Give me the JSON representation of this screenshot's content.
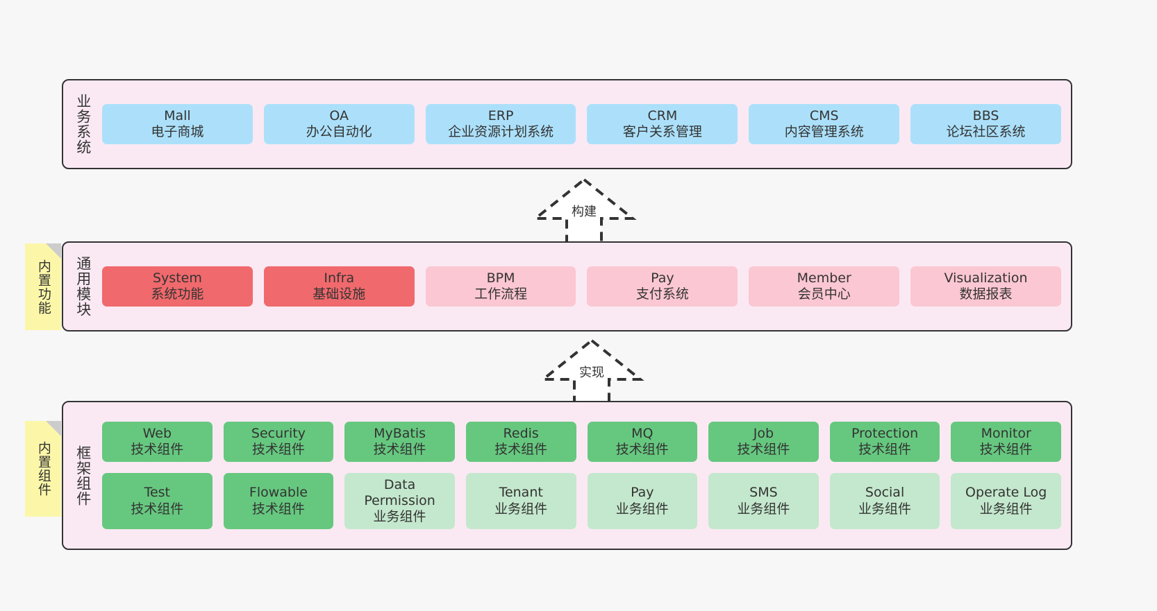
{
  "diagram": {
    "background_color": "#f7f7f7",
    "layer_bg_color": "#fae9f3",
    "layer_border_color": "#333333",
    "sticky_color": "#fcf7a8",
    "palette": {
      "blue": "#ace0fa",
      "red": "#f0696c",
      "pink": "#fbc7d2",
      "green": "#66c87f",
      "green_light": "#c4e8cd"
    }
  },
  "layers": [
    {
      "id": "business",
      "title": "业务系统",
      "rows": [
        {
          "cells": [
            {
              "en": "Mall",
              "cn": "电子商城",
              "color": "blue"
            },
            {
              "en": "OA",
              "cn": "办公自动化",
              "color": "blue"
            },
            {
              "en": "ERP",
              "cn": "企业资源计划系统",
              "color": "blue"
            },
            {
              "en": "CRM",
              "cn": "客户关系管理",
              "color": "blue"
            },
            {
              "en": "CMS",
              "cn": "内容管理系统",
              "color": "blue"
            },
            {
              "en": "BBS",
              "cn": "论坛社区系统",
              "color": "blue"
            }
          ]
        }
      ]
    },
    {
      "id": "common",
      "title": "通用模块",
      "sticky": "内置功能",
      "rows": [
        {
          "cells": [
            {
              "en": "System",
              "cn": "系统功能",
              "color": "red"
            },
            {
              "en": "Infra",
              "cn": "基础设施",
              "color": "red"
            },
            {
              "en": "BPM",
              "cn": "工作流程",
              "color": "pink"
            },
            {
              "en": "Pay",
              "cn": "支付系统",
              "color": "pink"
            },
            {
              "en": "Member",
              "cn": "会员中心",
              "color": "pink"
            },
            {
              "en": "Visualization",
              "cn": "数据报表",
              "color": "pink"
            }
          ]
        }
      ]
    },
    {
      "id": "framework",
      "title": "框架组件",
      "sticky": "内置组件",
      "rows": [
        {
          "cells": [
            {
              "en": "Web",
              "cn": "技术组件",
              "color": "green"
            },
            {
              "en": "Security",
              "cn": "技术组件",
              "color": "green"
            },
            {
              "en": "MyBatis",
              "cn": "技术组件",
              "color": "green"
            },
            {
              "en": "Redis",
              "cn": "技术组件",
              "color": "green"
            },
            {
              "en": "MQ",
              "cn": "技术组件",
              "color": "green"
            },
            {
              "en": "Job",
              "cn": "技术组件",
              "color": "green"
            },
            {
              "en": "Protection",
              "cn": "技术组件",
              "color": "green"
            },
            {
              "en": "Monitor",
              "cn": "技术组件",
              "color": "green"
            }
          ]
        },
        {
          "cells": [
            {
              "en": "Test",
              "cn": "技术组件",
              "color": "green"
            },
            {
              "en": "Flowable",
              "cn": "技术组件",
              "color": "green"
            },
            {
              "en": "Data Permission",
              "cn": "业务组件",
              "color": "green_light"
            },
            {
              "en": "Tenant",
              "cn": "业务组件",
              "color": "green_light"
            },
            {
              "en": "Pay",
              "cn": "业务组件",
              "color": "green_light"
            },
            {
              "en": "SMS",
              "cn": "业务组件",
              "color": "green_light"
            },
            {
              "en": "Social",
              "cn": "业务组件",
              "color": "green_light"
            },
            {
              "en": "Operate Log",
              "cn": "业务组件",
              "color": "green_light"
            }
          ]
        }
      ]
    }
  ],
  "arrows": [
    {
      "id": "build",
      "label": "构建"
    },
    {
      "id": "realize",
      "label": "实现"
    }
  ]
}
